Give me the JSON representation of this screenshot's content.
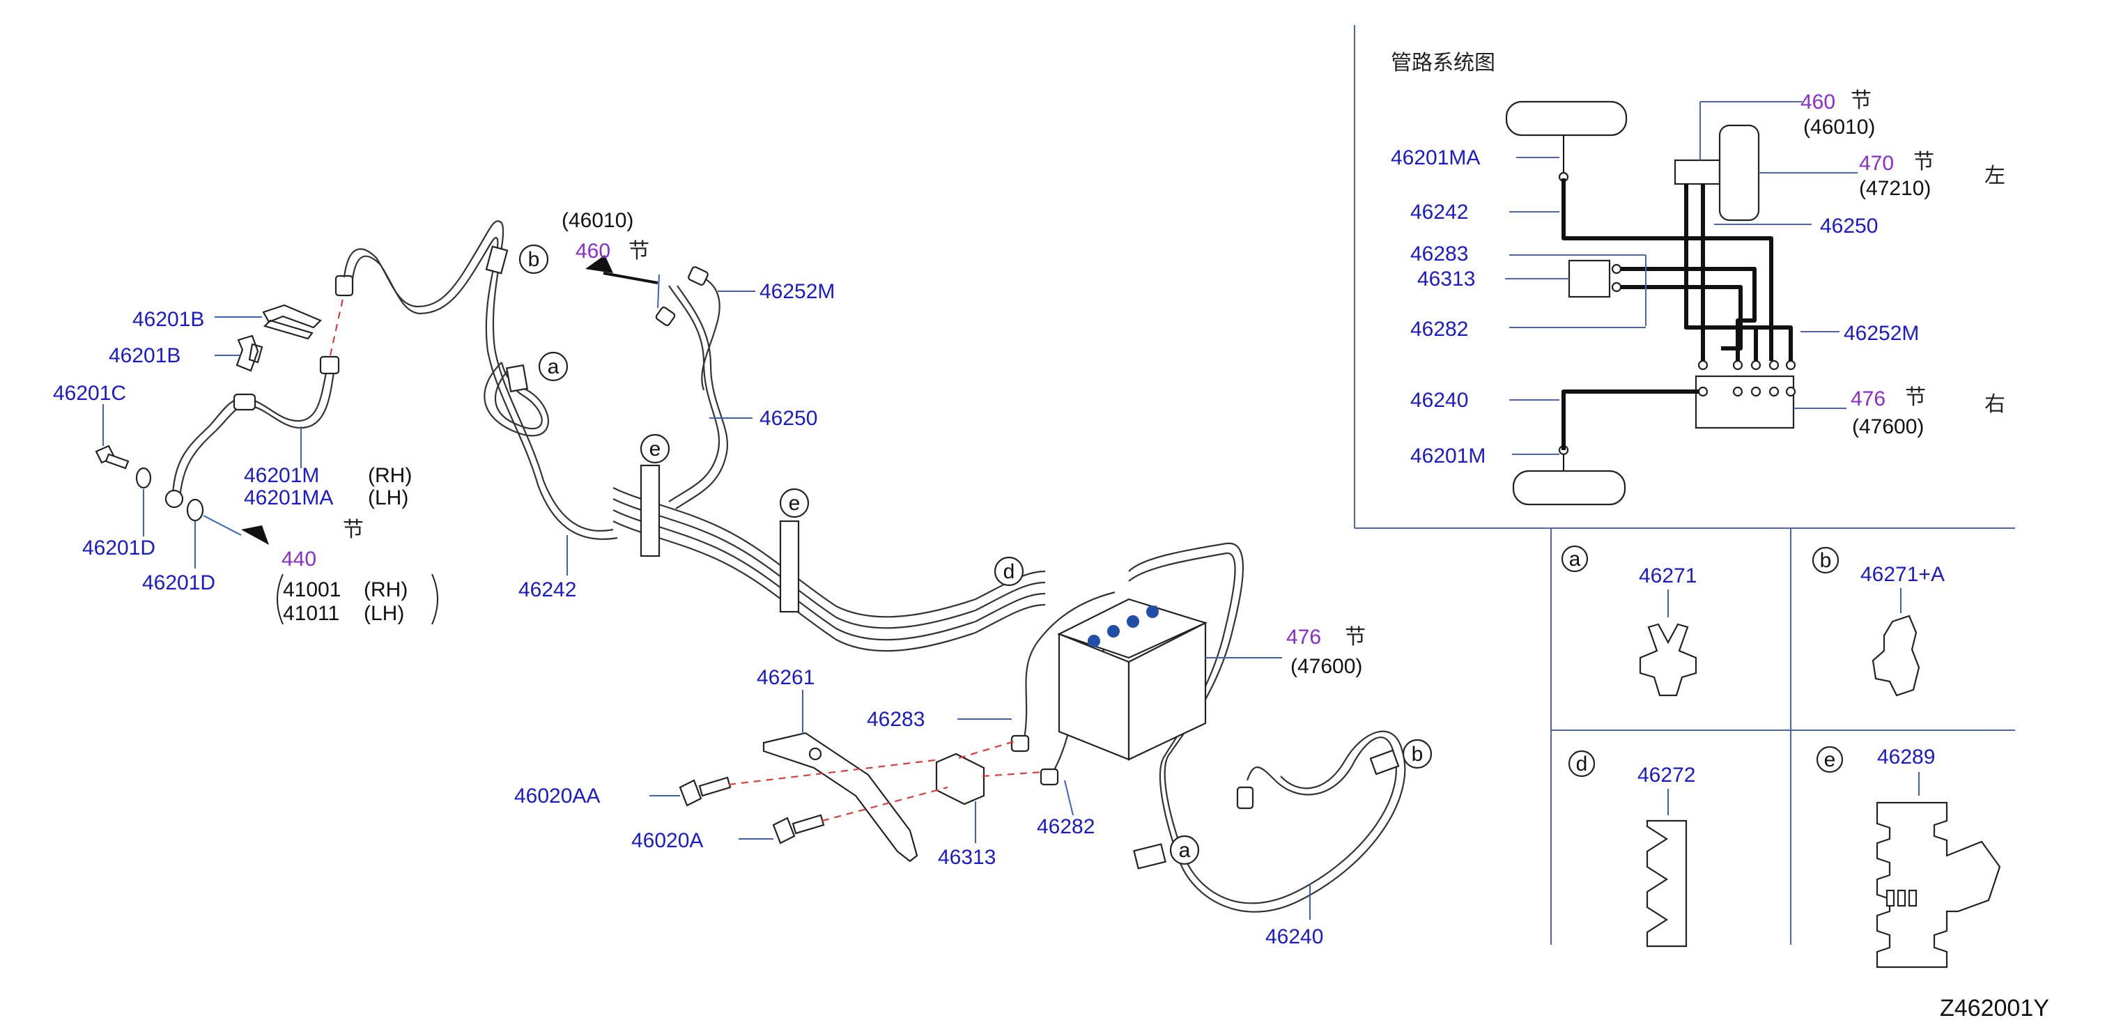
{
  "labels": {
    "p46201B_a": "46201B",
    "p46201B_b": "46201B",
    "p46201C": "46201C",
    "p46201M": "46201M",
    "p46201MA": "46201MA",
    "rh1": "(RH)",
    "lh1": "(LH)",
    "p46201D_a": "46201D",
    "p46201D_b": "46201D",
    "sec440": "440",
    "jie440": "节",
    "p41001": "41001",
    "p41011": "41011",
    "rh2": "(RH)",
    "lh2": "(LH)",
    "p46010_top": "(46010)",
    "sec460_top": "460",
    "jie460_top": "节",
    "p46252M": "46252M",
    "p46250": "46250",
    "p46242": "46242",
    "sec476": "476",
    "jie476": "节",
    "p47600": "(47600)",
    "p46261": "46261",
    "p46283": "46283",
    "p46020AA": "46020AA",
    "p46020A": "46020A",
    "p46313": "46313",
    "p46282": "46282",
    "p46240": "46240",
    "diagram_code": "Z462001Y"
  },
  "callouts": {
    "a": "a",
    "b": "b",
    "d": "d",
    "e": "e"
  },
  "schematic": {
    "title": "管路系统图",
    "left_labels": [
      "46201MA",
      "46242",
      "46283",
      "46313",
      "46282",
      "46240",
      "46201M"
    ],
    "s460": "460",
    "s460_jie": "节",
    "s46010": "(46010)",
    "s470": "470",
    "s470_jie": "节",
    "s47210": "(47210)",
    "s46250": "46250",
    "s46252M": "46252M",
    "s476": "476",
    "s476_jie": "节",
    "s47600": "(47600)",
    "side_left": "左",
    "side_right": "右"
  },
  "clips": [
    {
      "letter": "a",
      "part": "46271"
    },
    {
      "letter": "b",
      "part": "46271+A"
    },
    {
      "letter": "d",
      "part": "46272"
    },
    {
      "letter": "e",
      "part": "46289"
    }
  ],
  "colors": {
    "part_number": "#1a1acd",
    "section_number": "#8b2bd1",
    "leader_line": "#3a5fc9",
    "alignment_dash": "#e23b3b"
  }
}
